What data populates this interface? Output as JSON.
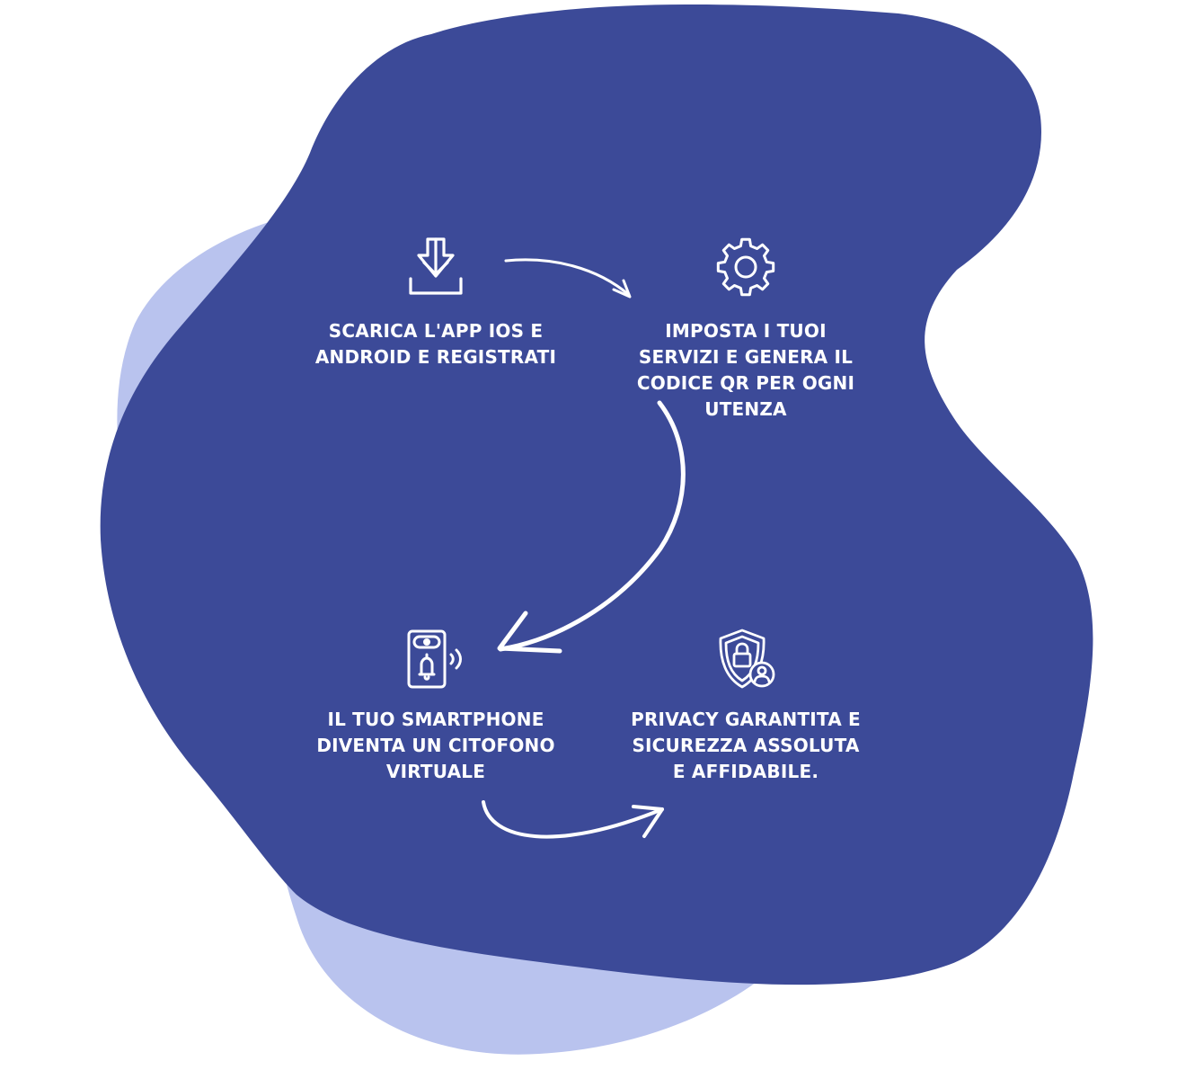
{
  "colors": {
    "blob_dark": "#3c4a98",
    "blob_light": "#b9c3ee",
    "text": "#ffffff",
    "arrow": "#ffffff"
  },
  "steps": [
    {
      "icon": "download-icon",
      "label": "SCARICA L'APP IOS E\nANDROID E REGISTRATI"
    },
    {
      "icon": "gear-icon",
      "label": "IMPOSTA I TUOI\nSERVIZI E GENERA IL\nCODICE QR PER OGNI\nUTENZA"
    },
    {
      "icon": "intercom-icon",
      "label": "IL TUO SMARTPHONE\nDIVENTA UN CITOFONO\nVIRTUALE"
    },
    {
      "icon": "shield-user-icon",
      "label": "PRIVACY GARANTITA E\nSICUREZZA ASSOLUTA\nE AFFIDABILE."
    }
  ]
}
